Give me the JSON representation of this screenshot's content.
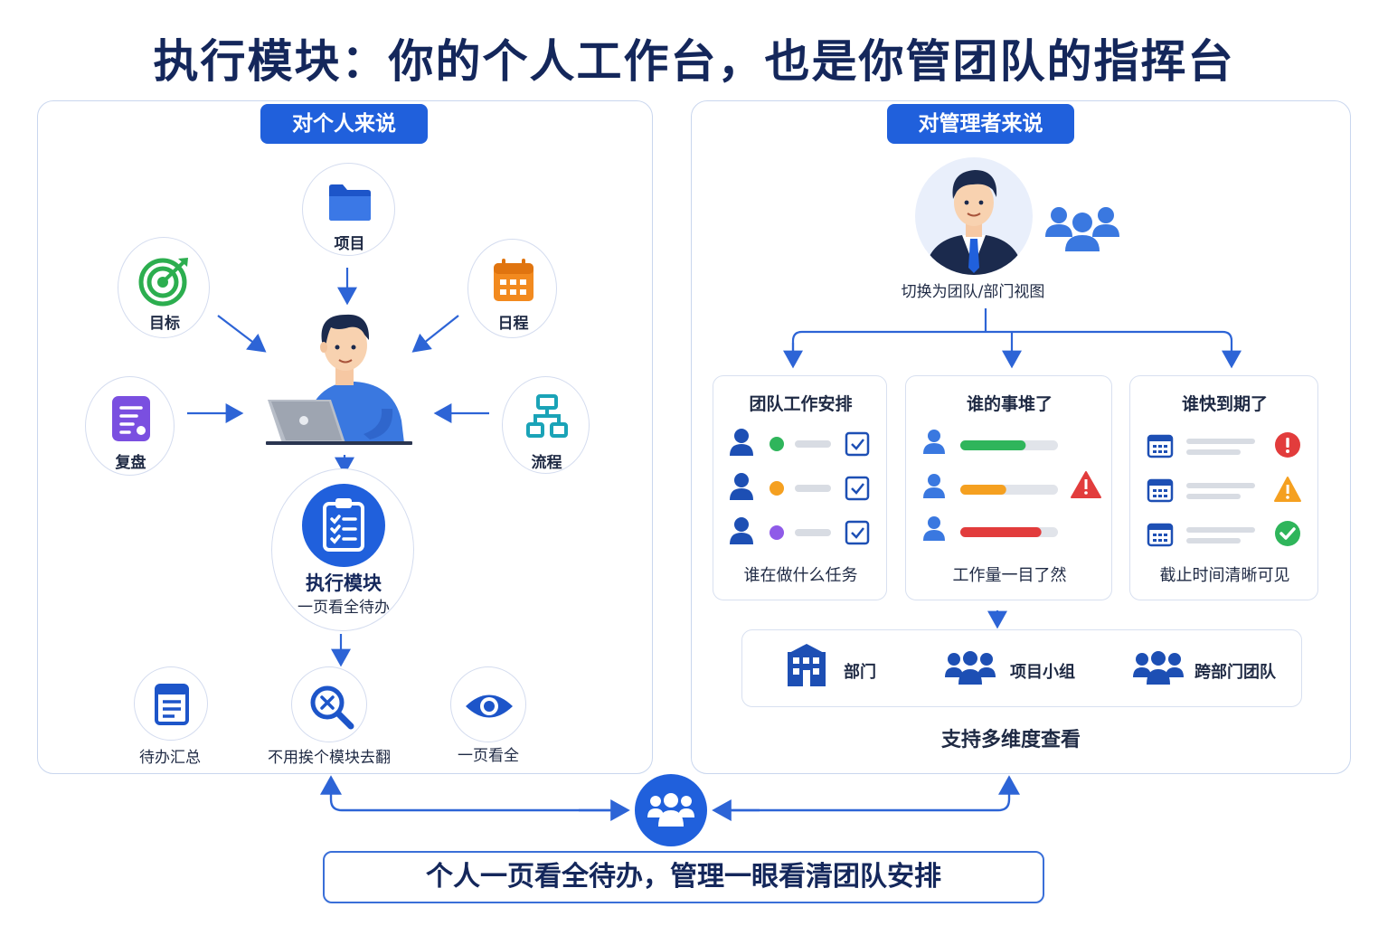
{
  "title": "执行模块：你的个人工作台，也是你管团队的指挥台",
  "personal": {
    "header": "对个人来说",
    "nodes": {
      "project": "项目",
      "goal": "目标",
      "schedule": "日程",
      "review": "复盘",
      "process": "流程"
    },
    "center": {
      "title": "执行模块",
      "subtitle": "一页看全待办"
    },
    "bottom": {
      "todo_summary": "待办汇总",
      "no_switch": "不用挨个模块去翻",
      "one_page": "一页看全"
    }
  },
  "manager": {
    "header": "对管理者来说",
    "switch_label": "切换为团队/部门视图",
    "cards": [
      {
        "title": "团队工作安排",
        "footer": "谁在做什么任务",
        "dots": [
          "#2fb55b",
          "#f5a020",
          "#8f5be8"
        ]
      },
      {
        "title": "谁的事堆了",
        "footer": "工作量一目了然",
        "workload": [
          {
            "fill": 0.67,
            "color": "#2fb55b"
          },
          {
            "fill": 0.47,
            "color": "#f5a020"
          },
          {
            "fill": 0.83,
            "color": "#e23c3c"
          }
        ]
      },
      {
        "title": "谁快到期了",
        "footer": "截止时间清晰可见",
        "status_icons": [
          "exclamation-icon",
          "warning-icon",
          "check-icon"
        ]
      }
    ],
    "dimensions": [
      "部门",
      "项目小组",
      "跨部门团队"
    ],
    "dimensions_caption": "支持多维度查看"
  },
  "bottom_banner": "个人一页看全待办，管理一眼看清团队安排",
  "colors": {
    "primary": "#2060dc",
    "title": "#14275b",
    "green": "#2fb55b",
    "orange": "#f5a020",
    "red": "#e23c3c",
    "purple": "#8f5be8"
  }
}
